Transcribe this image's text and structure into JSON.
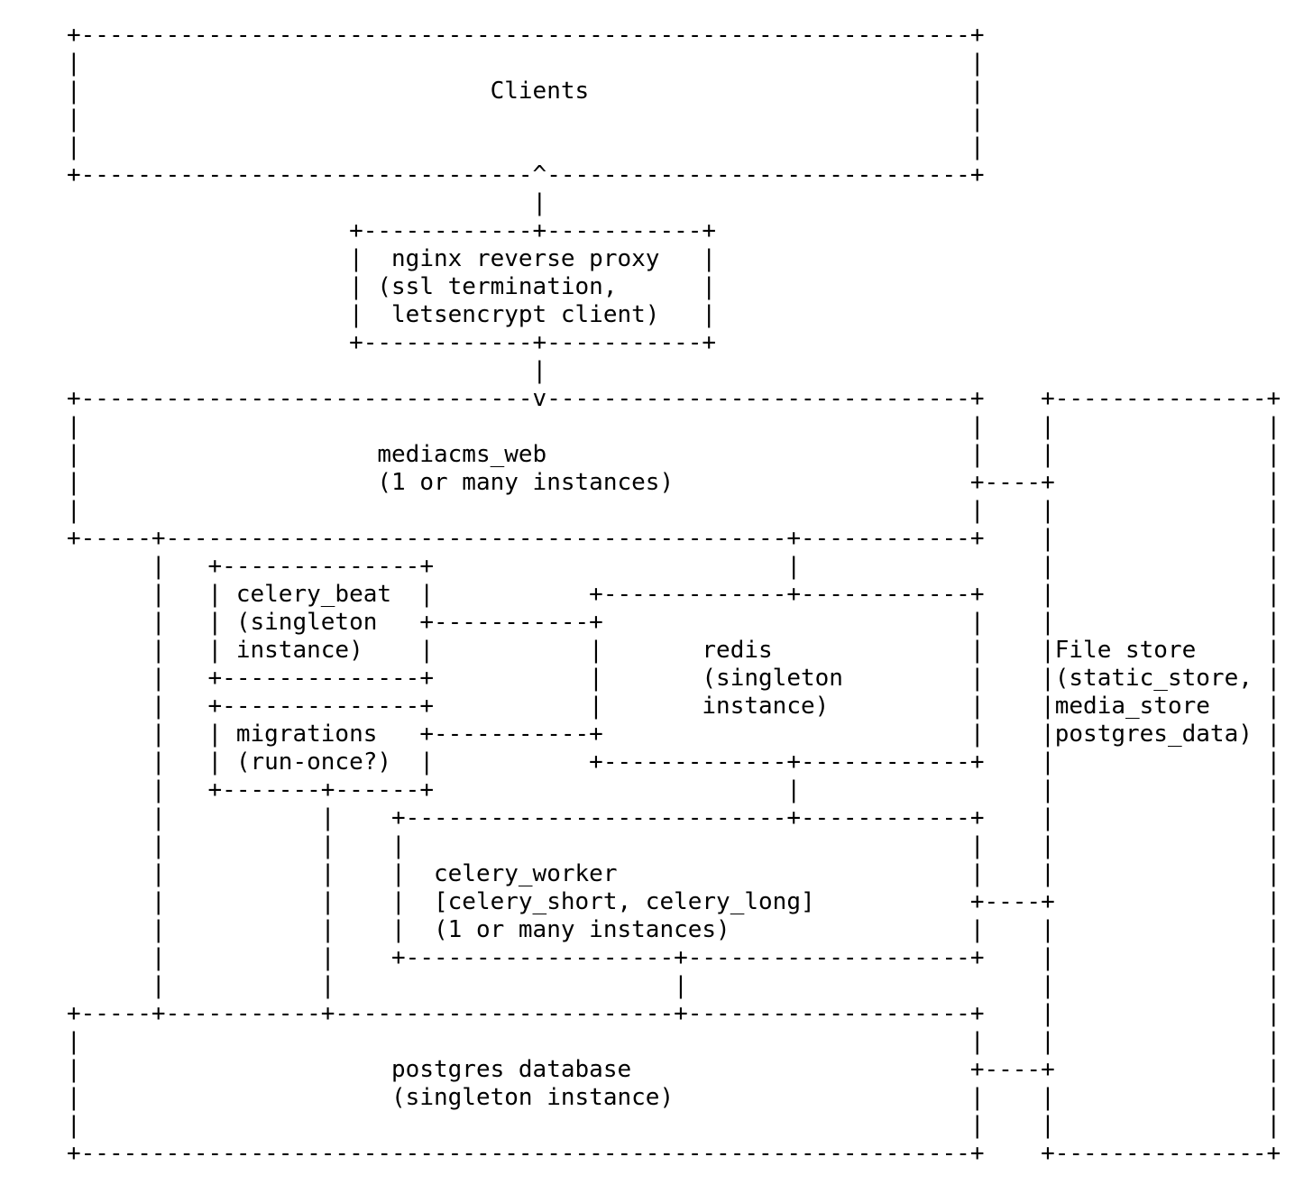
{
  "page": {
    "background": "#ffffff",
    "ink": "#000000",
    "kind": "ascii architecture diagram"
  },
  "diagram": {
    "type": "ascii-architecture",
    "columns": 86,
    "nodes": [
      {
        "name": "clients",
        "lines": [
          "Clients"
        ]
      },
      {
        "name": "nginx-reverse-proxy",
        "lines": [
          "nginx reverse proxy",
          "(ssl termination,",
          "letsencrypt client)"
        ]
      },
      {
        "name": "mediacms-web",
        "lines": [
          "mediacms_web",
          "(1 or many instances)"
        ]
      },
      {
        "name": "celery-beat",
        "lines": [
          "celery_beat",
          "(singleton",
          "instance)"
        ]
      },
      {
        "name": "migrations",
        "lines": [
          "migrations",
          "(run-once?)"
        ]
      },
      {
        "name": "redis",
        "lines": [
          "redis",
          "(singleton",
          "instance)"
        ]
      },
      {
        "name": "celery-worker",
        "lines": [
          "celery_worker",
          "[celery_short, celery_long]",
          "(1 or many instances)"
        ]
      },
      {
        "name": "postgres-database",
        "lines": [
          "postgres database",
          "(singleton instance)"
        ]
      },
      {
        "name": "file-store",
        "lines": [
          "File store",
          "(static_store,",
          "media_store",
          "postgres_data)"
        ]
      }
    ],
    "edges": [
      {
        "from": "nginx-reverse-proxy",
        "to": "clients",
        "arrow": "up"
      },
      {
        "from": "nginx-reverse-proxy",
        "to": "mediacms-web",
        "arrow": "down"
      },
      {
        "from": "mediacms-web",
        "to": "file-store"
      },
      {
        "from": "mediacms-web",
        "to": "redis"
      },
      {
        "from": "mediacms-web",
        "to": "postgres-database"
      },
      {
        "from": "celery-beat",
        "to": "redis"
      },
      {
        "from": "migrations",
        "to": "redis"
      },
      {
        "from": "migrations",
        "to": "postgres-database"
      },
      {
        "from": "redis",
        "to": "celery-worker"
      },
      {
        "from": "celery-worker",
        "to": "postgres-database"
      },
      {
        "from": "celery-worker",
        "to": "file-store"
      },
      {
        "from": "postgres-database",
        "to": "file-store"
      }
    ],
    "rows": [
      [
        [
          0,
          "+"
        ],
        [
          1,
          "-",
          63
        ],
        [
          64,
          "+"
        ]
      ],
      [
        [
          0,
          "|"
        ],
        [
          64,
          "|"
        ]
      ],
      [
        [
          0,
          "|"
        ],
        [
          30,
          "Clients"
        ],
        [
          64,
          "|"
        ]
      ],
      [
        [
          0,
          "|"
        ],
        [
          64,
          "|"
        ]
      ],
      [
        [
          0,
          "|"
        ],
        [
          64,
          "|"
        ]
      ],
      [
        [
          0,
          "+"
        ],
        [
          1,
          "-",
          32
        ],
        [
          33,
          "^"
        ],
        [
          34,
          "-",
          30
        ],
        [
          64,
          "+"
        ]
      ],
      [
        [
          33,
          "|"
        ]
      ],
      [
        [
          20,
          "+"
        ],
        [
          21,
          "-",
          12
        ],
        [
          33,
          "+"
        ],
        [
          34,
          "-",
          11
        ],
        [
          45,
          "+"
        ]
      ],
      [
        [
          20,
          "|"
        ],
        [
          23,
          "nginx reverse proxy"
        ],
        [
          45,
          "|"
        ]
      ],
      [
        [
          20,
          "|"
        ],
        [
          22,
          "(ssl termination,"
        ],
        [
          45,
          "|"
        ]
      ],
      [
        [
          20,
          "|"
        ],
        [
          23,
          "letsencrypt client)"
        ],
        [
          45,
          "|"
        ]
      ],
      [
        [
          20,
          "+"
        ],
        [
          21,
          "-",
          12
        ],
        [
          33,
          "+"
        ],
        [
          34,
          "-",
          11
        ],
        [
          45,
          "+"
        ]
      ],
      [
        [
          33,
          "|"
        ]
      ],
      [
        [
          0,
          "+"
        ],
        [
          1,
          "-",
          32
        ],
        [
          33,
          "v"
        ],
        [
          34,
          "-",
          30
        ],
        [
          64,
          "+"
        ],
        [
          69,
          "+"
        ],
        [
          70,
          "-",
          15
        ],
        [
          85,
          "+"
        ]
      ],
      [
        [
          0,
          "|"
        ],
        [
          64,
          "|"
        ],
        [
          69,
          "|"
        ],
        [
          85,
          "|"
        ]
      ],
      [
        [
          0,
          "|"
        ],
        [
          22,
          "mediacms_web"
        ],
        [
          64,
          "|"
        ],
        [
          69,
          "|"
        ],
        [
          85,
          "|"
        ]
      ],
      [
        [
          0,
          "|"
        ],
        [
          22,
          "(1 or many instances)"
        ],
        [
          64,
          "+"
        ],
        [
          65,
          "-",
          4
        ],
        [
          69,
          "+"
        ],
        [
          85,
          "|"
        ]
      ],
      [
        [
          0,
          "|"
        ],
        [
          64,
          "|"
        ],
        [
          69,
          "|"
        ],
        [
          85,
          "|"
        ]
      ],
      [
        [
          0,
          "+"
        ],
        [
          1,
          "-",
          5
        ],
        [
          6,
          "+"
        ],
        [
          7,
          "-",
          44
        ],
        [
          51,
          "+"
        ],
        [
          52,
          "-",
          12
        ],
        [
          64,
          "+"
        ],
        [
          69,
          "|"
        ],
        [
          85,
          "|"
        ]
      ],
      [
        [
          6,
          "|"
        ],
        [
          10,
          "+"
        ],
        [
          11,
          "-",
          14
        ],
        [
          25,
          "+"
        ],
        [
          51,
          "|"
        ],
        [
          69,
          "|"
        ],
        [
          85,
          "|"
        ]
      ],
      [
        [
          6,
          "|"
        ],
        [
          10,
          "|"
        ],
        [
          12,
          "celery_beat"
        ],
        [
          25,
          "|"
        ],
        [
          37,
          "+"
        ],
        [
          38,
          "-",
          13
        ],
        [
          51,
          "+"
        ],
        [
          52,
          "-",
          12
        ],
        [
          64,
          "+"
        ],
        [
          69,
          "|"
        ],
        [
          85,
          "|"
        ]
      ],
      [
        [
          6,
          "|"
        ],
        [
          10,
          "|"
        ],
        [
          12,
          "(singleton"
        ],
        [
          25,
          "+"
        ],
        [
          26,
          "-",
          11
        ],
        [
          37,
          "+"
        ],
        [
          64,
          "|"
        ],
        [
          69,
          "|"
        ],
        [
          85,
          "|"
        ]
      ],
      [
        [
          6,
          "|"
        ],
        [
          10,
          "|"
        ],
        [
          12,
          "instance)"
        ],
        [
          25,
          "|"
        ],
        [
          37,
          "|"
        ],
        [
          45,
          "redis"
        ],
        [
          64,
          "|"
        ],
        [
          69,
          "|"
        ],
        [
          70,
          "File store"
        ],
        [
          85,
          "|"
        ]
      ],
      [
        [
          6,
          "|"
        ],
        [
          10,
          "+"
        ],
        [
          11,
          "-",
          14
        ],
        [
          25,
          "+"
        ],
        [
          37,
          "|"
        ],
        [
          45,
          "(singleton"
        ],
        [
          64,
          "|"
        ],
        [
          69,
          "|"
        ],
        [
          70,
          "(static_store,"
        ],
        [
          85,
          "|"
        ]
      ],
      [
        [
          6,
          "|"
        ],
        [
          10,
          "+"
        ],
        [
          11,
          "-",
          14
        ],
        [
          25,
          "+"
        ],
        [
          37,
          "|"
        ],
        [
          45,
          "instance)"
        ],
        [
          64,
          "|"
        ],
        [
          69,
          "|"
        ],
        [
          70,
          "media_store"
        ],
        [
          85,
          "|"
        ]
      ],
      [
        [
          6,
          "|"
        ],
        [
          10,
          "|"
        ],
        [
          12,
          "migrations"
        ],
        [
          25,
          "+"
        ],
        [
          26,
          "-",
          11
        ],
        [
          37,
          "+"
        ],
        [
          64,
          "|"
        ],
        [
          69,
          "|"
        ],
        [
          70,
          "postgres_data)"
        ],
        [
          85,
          "|"
        ]
      ],
      [
        [
          6,
          "|"
        ],
        [
          10,
          "|"
        ],
        [
          12,
          "(run-once?)"
        ],
        [
          25,
          "|"
        ],
        [
          37,
          "+"
        ],
        [
          38,
          "-",
          13
        ],
        [
          51,
          "+"
        ],
        [
          52,
          "-",
          12
        ],
        [
          64,
          "+"
        ],
        [
          69,
          "|"
        ],
        [
          85,
          "|"
        ]
      ],
      [
        [
          6,
          "|"
        ],
        [
          10,
          "+"
        ],
        [
          11,
          "-",
          7
        ],
        [
          18,
          "+"
        ],
        [
          19,
          "-",
          6
        ],
        [
          25,
          "+"
        ],
        [
          51,
          "|"
        ],
        [
          69,
          "|"
        ],
        [
          85,
          "|"
        ]
      ],
      [
        [
          6,
          "|"
        ],
        [
          18,
          "|"
        ],
        [
          23,
          "+"
        ],
        [
          24,
          "-",
          27
        ],
        [
          51,
          "+"
        ],
        [
          52,
          "-",
          12
        ],
        [
          64,
          "+"
        ],
        [
          69,
          "|"
        ],
        [
          85,
          "|"
        ]
      ],
      [
        [
          6,
          "|"
        ],
        [
          18,
          "|"
        ],
        [
          23,
          "|"
        ],
        [
          64,
          "|"
        ],
        [
          69,
          "|"
        ],
        [
          85,
          "|"
        ]
      ],
      [
        [
          6,
          "|"
        ],
        [
          18,
          "|"
        ],
        [
          23,
          "|"
        ],
        [
          26,
          "celery_worker"
        ],
        [
          64,
          "|"
        ],
        [
          69,
          "|"
        ],
        [
          85,
          "|"
        ]
      ],
      [
        [
          6,
          "|"
        ],
        [
          18,
          "|"
        ],
        [
          23,
          "|"
        ],
        [
          26,
          "[celery_short, celery_long]"
        ],
        [
          64,
          "+"
        ],
        [
          65,
          "-",
          4
        ],
        [
          69,
          "+"
        ],
        [
          85,
          "|"
        ]
      ],
      [
        [
          6,
          "|"
        ],
        [
          18,
          "|"
        ],
        [
          23,
          "|"
        ],
        [
          26,
          "(1 or many instances)"
        ],
        [
          64,
          "|"
        ],
        [
          69,
          "|"
        ],
        [
          85,
          "|"
        ]
      ],
      [
        [
          6,
          "|"
        ],
        [
          18,
          "|"
        ],
        [
          23,
          "+"
        ],
        [
          24,
          "-",
          19
        ],
        [
          43,
          "+"
        ],
        [
          44,
          "-",
          20
        ],
        [
          64,
          "+"
        ],
        [
          69,
          "|"
        ],
        [
          85,
          "|"
        ]
      ],
      [
        [
          6,
          "|"
        ],
        [
          18,
          "|"
        ],
        [
          43,
          "|"
        ],
        [
          69,
          "|"
        ],
        [
          85,
          "|"
        ]
      ],
      [
        [
          0,
          "+"
        ],
        [
          1,
          "-",
          5
        ],
        [
          6,
          "+"
        ],
        [
          7,
          "-",
          11
        ],
        [
          18,
          "+"
        ],
        [
          19,
          "-",
          24
        ],
        [
          43,
          "+"
        ],
        [
          44,
          "-",
          20
        ],
        [
          64,
          "+"
        ],
        [
          69,
          "|"
        ],
        [
          85,
          "|"
        ]
      ],
      [
        [
          0,
          "|"
        ],
        [
          64,
          "|"
        ],
        [
          69,
          "|"
        ],
        [
          85,
          "|"
        ]
      ],
      [
        [
          0,
          "|"
        ],
        [
          23,
          "postgres database"
        ],
        [
          64,
          "+"
        ],
        [
          65,
          "-",
          4
        ],
        [
          69,
          "+"
        ],
        [
          85,
          "|"
        ]
      ],
      [
        [
          0,
          "|"
        ],
        [
          23,
          "(singleton instance)"
        ],
        [
          64,
          "|"
        ],
        [
          69,
          "|"
        ],
        [
          85,
          "|"
        ]
      ],
      [
        [
          0,
          "|"
        ],
        [
          64,
          "|"
        ],
        [
          69,
          "|"
        ],
        [
          85,
          "|"
        ]
      ],
      [
        [
          0,
          "+"
        ],
        [
          1,
          "-",
          63
        ],
        [
          64,
          "+"
        ],
        [
          69,
          "+"
        ],
        [
          70,
          "-",
          15
        ],
        [
          85,
          "+"
        ]
      ]
    ]
  }
}
